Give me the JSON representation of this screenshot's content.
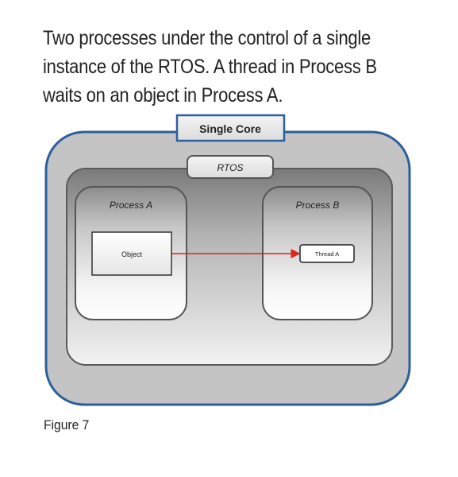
{
  "caption": {
    "line1": "Two processes under the control of a single",
    "line2": "instance of the RTOS. A thread in Process B",
    "line3": "waits on an object in Process A."
  },
  "diagram": {
    "core_label": "Single Core",
    "rtos_label": "RTOS",
    "process_a": {
      "label": "Process A",
      "object_label": "Object"
    },
    "process_b": {
      "label": "Process B",
      "thread_label": "Thread A"
    },
    "connection": {
      "from": "Object",
      "to": "Thread A",
      "color": "#e0231b"
    },
    "colors": {
      "core_border": "#2c5f9c",
      "core_fill": "#c3c3c3",
      "box_border": "#555555"
    }
  },
  "figure_label": "Figure 7"
}
